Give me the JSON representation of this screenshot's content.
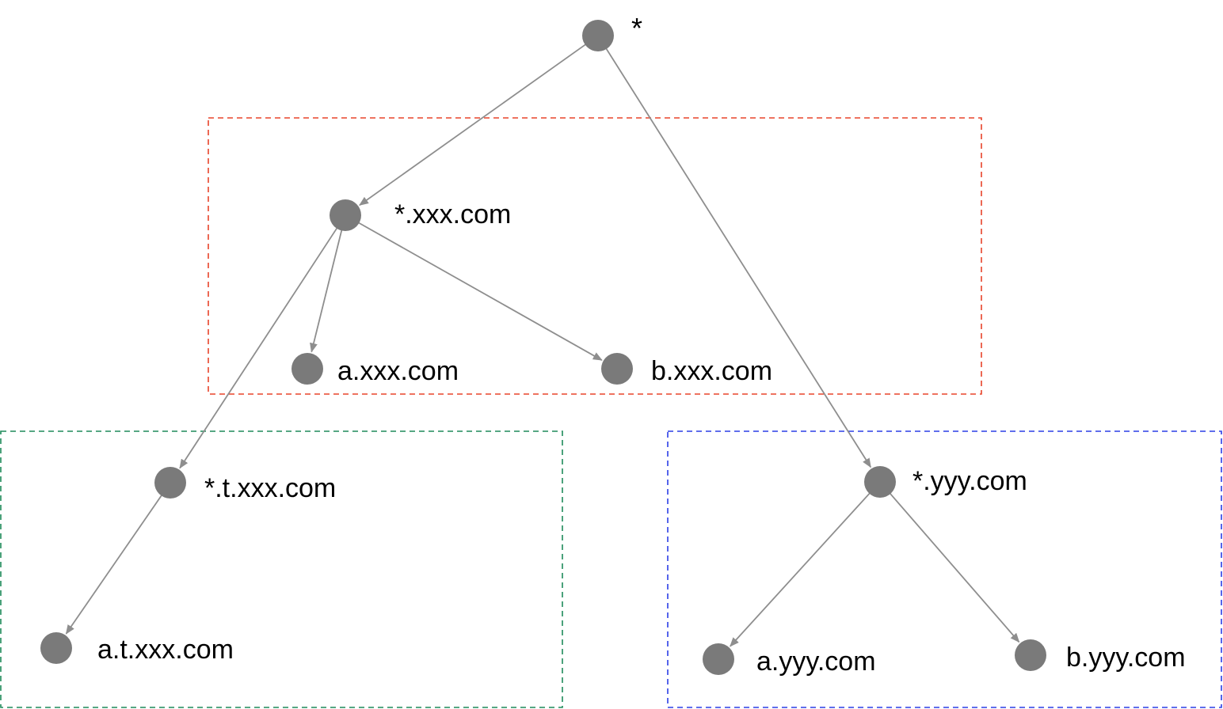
{
  "diagram": {
    "colors": {
      "node": "#7a7a7a",
      "edge": "#8e8e8e",
      "group_red": "#e8432a",
      "group_green": "#1e8a5a",
      "group_blue": "#2b3ee6",
      "label": "#000000"
    },
    "nodes": [
      {
        "id": "root",
        "label": "*"
      },
      {
        "id": "wild-xxx",
        "label": "*.xxx.com"
      },
      {
        "id": "a-xxx",
        "label": "a.xxx.com"
      },
      {
        "id": "b-xxx",
        "label": "b.xxx.com"
      },
      {
        "id": "wild-t-xxx",
        "label": "*.t.xxx.com"
      },
      {
        "id": "a-t-xxx",
        "label": "a.t.xxx.com"
      },
      {
        "id": "wild-yyy",
        "label": "*.yyy.com"
      },
      {
        "id": "a-yyy",
        "label": "a.yyy.com"
      },
      {
        "id": "b-yyy",
        "label": "b.yyy.com"
      }
    ],
    "edges": [
      {
        "from": "root",
        "to": "wild-xxx"
      },
      {
        "from": "root",
        "to": "wild-yyy"
      },
      {
        "from": "wild-xxx",
        "to": "a-xxx"
      },
      {
        "from": "wild-xxx",
        "to": "b-xxx"
      },
      {
        "from": "wild-xxx",
        "to": "wild-t-xxx"
      },
      {
        "from": "wild-t-xxx",
        "to": "a-t-xxx"
      },
      {
        "from": "wild-yyy",
        "to": "a-yyy"
      },
      {
        "from": "wild-yyy",
        "to": "b-yyy"
      }
    ],
    "groups": [
      {
        "id": "xxx-group",
        "color_key": "group_red"
      },
      {
        "id": "t-xxx-group",
        "color_key": "group_green"
      },
      {
        "id": "yyy-group",
        "color_key": "group_blue"
      }
    ]
  }
}
